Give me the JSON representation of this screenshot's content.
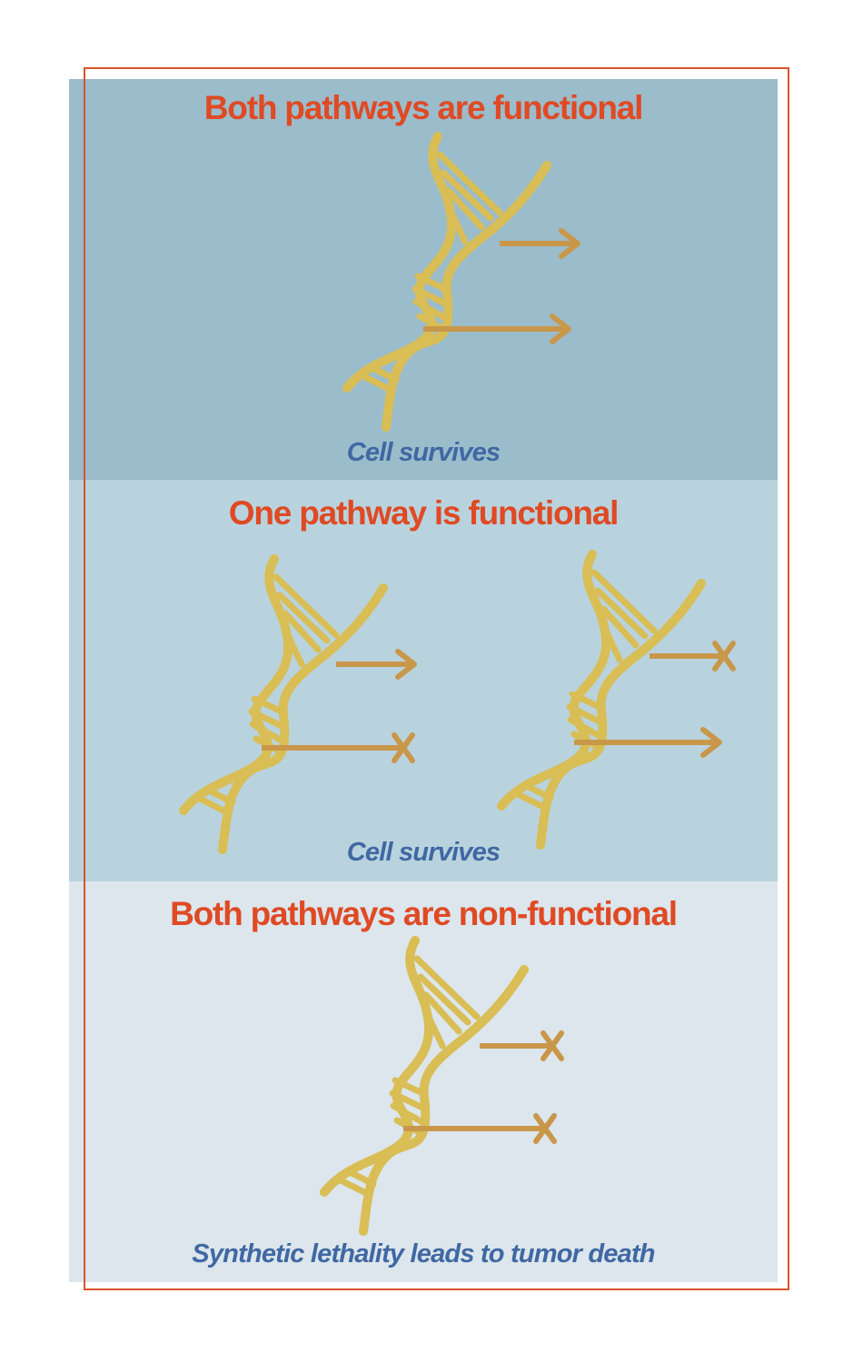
{
  "panels": [
    {
      "heading": "Both pathways are functional",
      "caption": "Cell survives"
    },
    {
      "heading": "One pathway is functional",
      "caption": "Cell survives"
    },
    {
      "heading": "Both pathways are non-functional",
      "caption": "Synthetic lethality leads to tumor death"
    }
  ],
  "colors": {
    "heading": "#df4a24",
    "caption": "#3f68a3",
    "dna": "#d9bd55",
    "arrow": "#c9974a",
    "frame": "#d9532e"
  },
  "icons": [
    "dna-helix-icon",
    "arrow-right-icon",
    "blocked-x-icon"
  ]
}
